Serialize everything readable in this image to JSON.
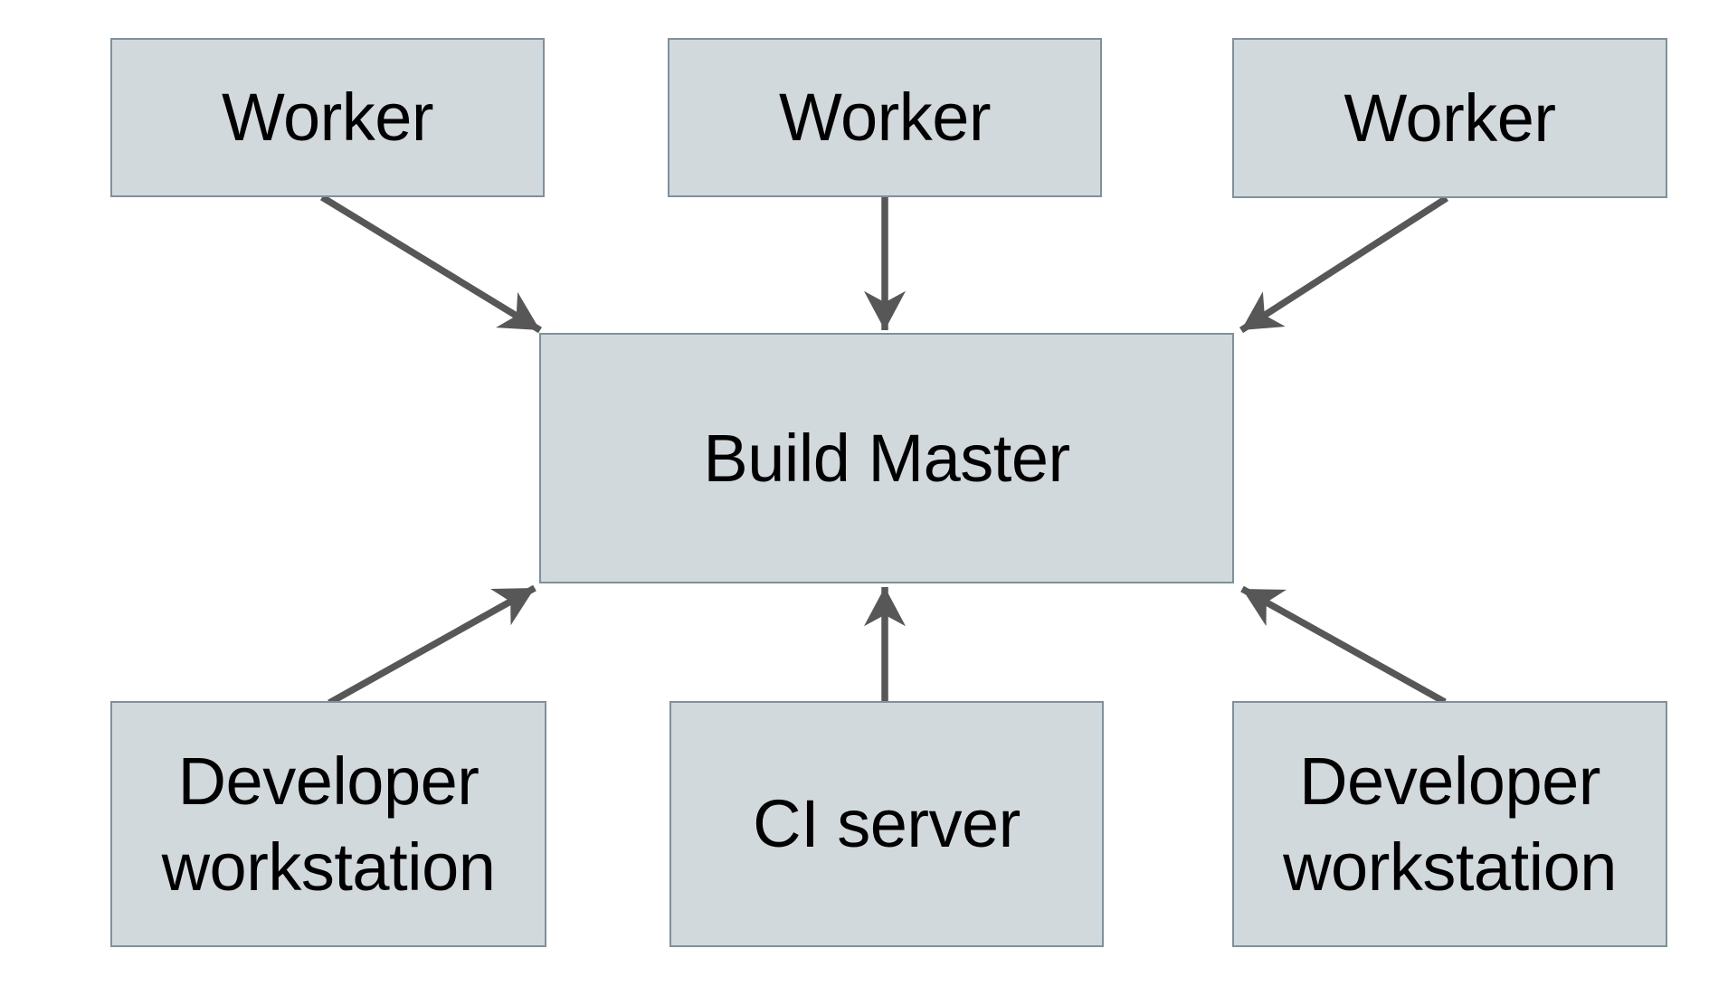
{
  "nodes": {
    "worker_1": {
      "label": "Worker"
    },
    "worker_2": {
      "label": "Worker"
    },
    "worker_3": {
      "label": "Worker"
    },
    "build_master": {
      "label": "Build Master"
    },
    "developer_workstation_left": {
      "label": "Developer workstation"
    },
    "ci_server": {
      "label": "CI server"
    },
    "developer_workstation_right": {
      "label": "Developer workstation"
    }
  },
  "edges": [
    {
      "from": "worker_1",
      "to": "build_master"
    },
    {
      "from": "worker_2",
      "to": "build_master"
    },
    {
      "from": "worker_3",
      "to": "build_master"
    },
    {
      "from": "developer_workstation_left",
      "to": "build_master"
    },
    {
      "from": "ci_server",
      "to": "build_master"
    },
    {
      "from": "developer_workstation_right",
      "to": "build_master"
    }
  ],
  "colors": {
    "background": "#ffffff",
    "node_fill": "#d2d9dc",
    "node_border": "#7d929c",
    "arrow": "#575757",
    "text": "#000000"
  }
}
